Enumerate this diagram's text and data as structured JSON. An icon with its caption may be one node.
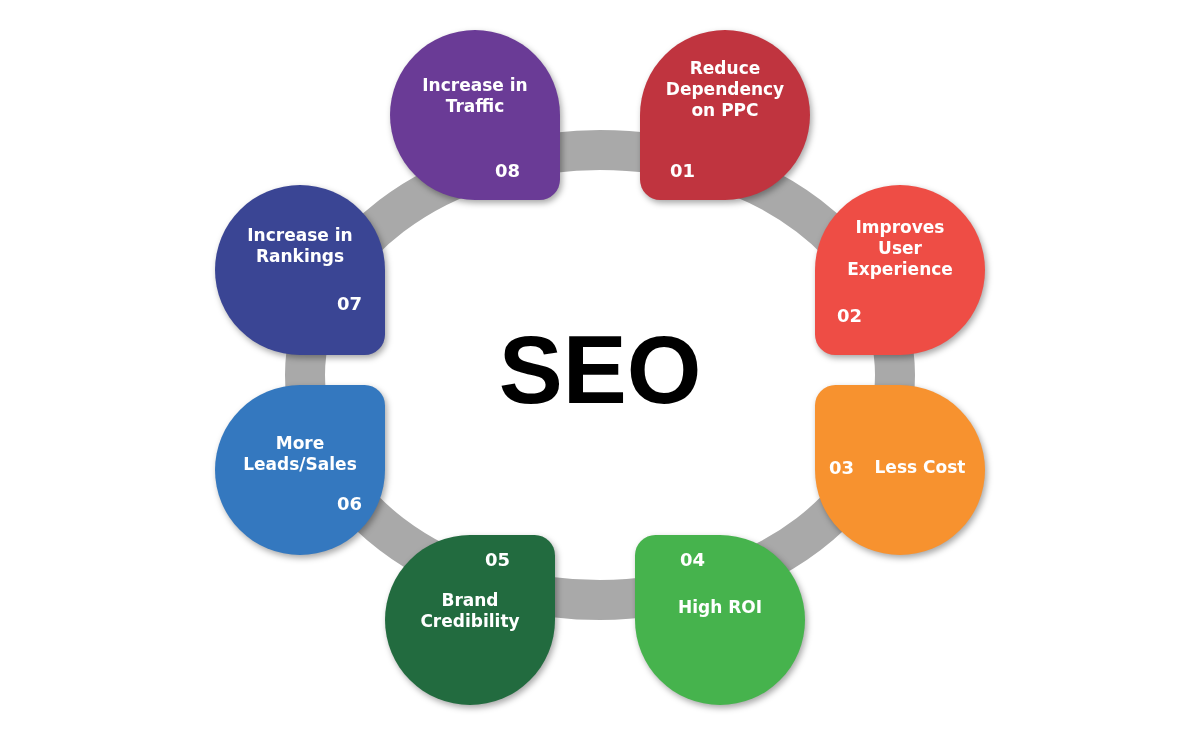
{
  "diagram": {
    "nodes": [
      {
        "text": [
          "SEO"
        ]
      },
      {
        "text": [
          "Reduce Dependency on PPC",
          "01"
        ]
      },
      {
        "text": [
          "Improves User Experience",
          "02"
        ]
      },
      {
        "text": [
          "03",
          "Less Cost"
        ]
      },
      {
        "text": [
          "04",
          "High ROI"
        ]
      },
      {
        "text": [
          "05",
          "Brand Credibility"
        ]
      },
      {
        "text": [
          "More Leads/Sales",
          "06"
        ]
      },
      {
        "text": [
          "Increase in Rankings",
          "07"
        ]
      },
      {
        "text": [
          "Increase in Traffic",
          "08"
        ]
      }
    ]
  }
}
